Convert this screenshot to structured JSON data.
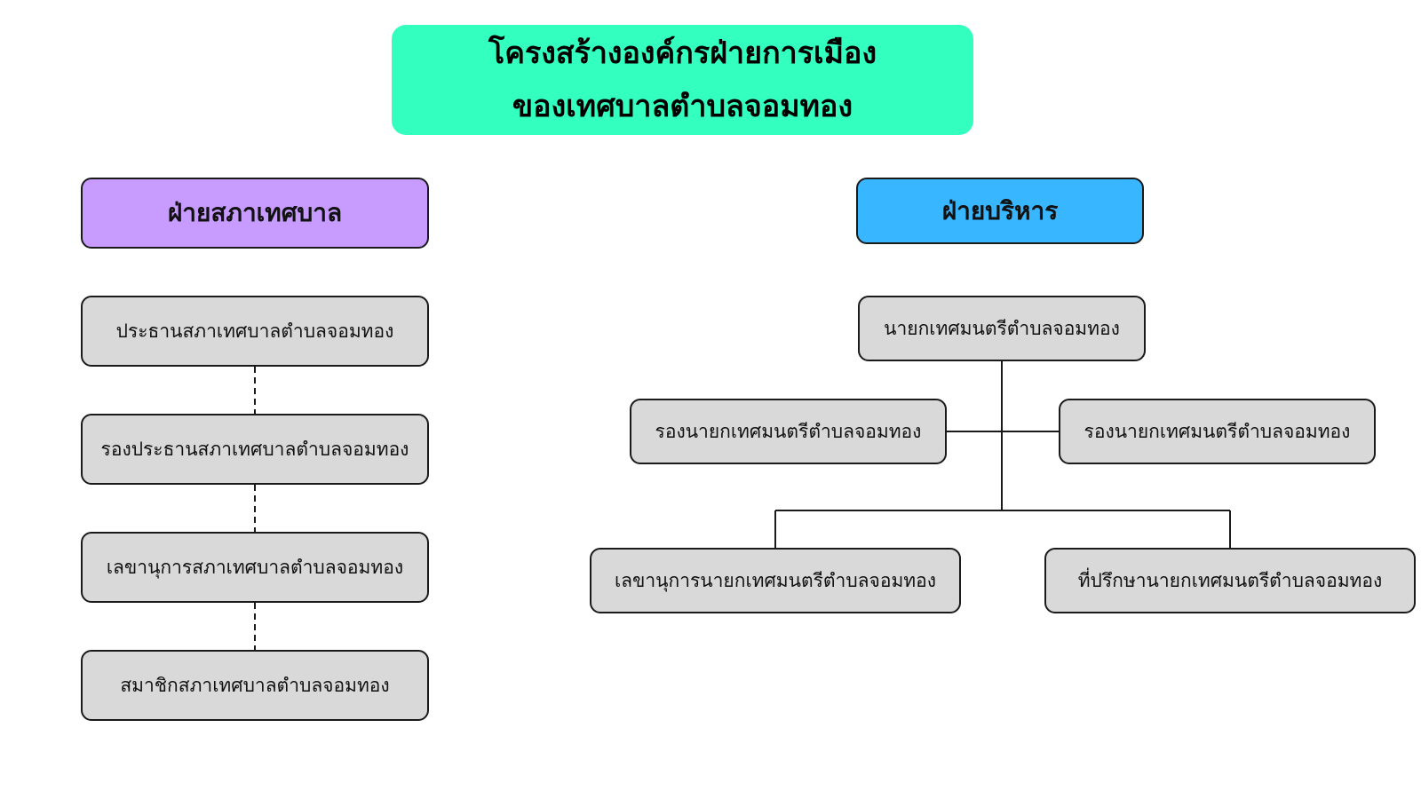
{
  "colors": {
    "title_bg": "#33ffbf",
    "council_header_bg": "#c79bff",
    "executive_header_bg": "#38b6ff",
    "node_bg": "#d9d9d9",
    "border": "#1a1a1a"
  },
  "title": {
    "line1": "โครงสร้างองค์กรฝ่ายการเมือง",
    "line2": "ของเทศบาลตำบลจอมทอง"
  },
  "council": {
    "header": "ฝ่ายสภาเทศบาล",
    "chair": "ประธานสภาเทศบาลตำบลจอมทอง",
    "vice_chair": "รองประธานสภาเทศบาลตำบลจอมทอง",
    "secretary": "เลขานุการสภาเทศบาลตำบลจอมทอง",
    "member": "สมาชิกสภาเทศบาลตำบลจอมทอง"
  },
  "executive": {
    "header": "ฝ่ายบริหาร",
    "mayor": "นายกเทศมนตรีตำบลจอมทอง",
    "deputy_left": "รองนายกเทศมนตรีตำบลจอมทอง",
    "deputy_right": "รองนายกเทศมนตรีตำบลจอมทอง",
    "secretary": "เลขานุการนายกเทศมนตรีตำบลจอมทอง",
    "advisor": "ที่ปรึกษานายกเทศมนตรีตำบลจอมทอง"
  }
}
